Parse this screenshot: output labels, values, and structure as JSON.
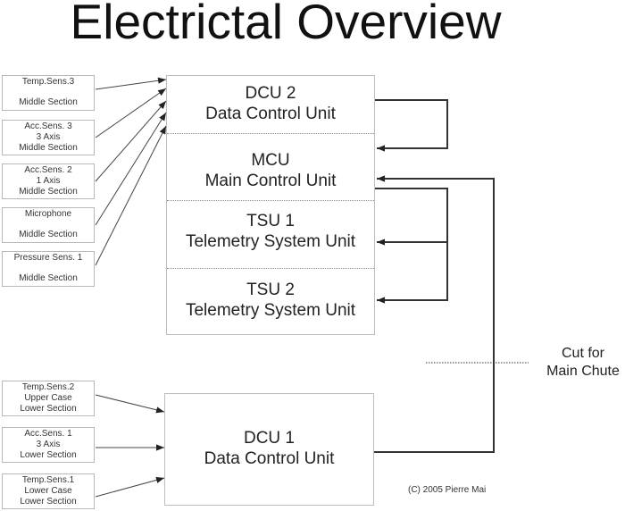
{
  "title": "Electrictal Overview",
  "middle_sensors": [
    {
      "line1": "Temp.Sens.3",
      "line2": "",
      "line3": "Middle Section"
    },
    {
      "line1": "Acc.Sens. 3",
      "line2": "3 Axis",
      "line3": "Middle Section"
    },
    {
      "line1": "Acc.Sens. 2",
      "line2": "1 Axis",
      "line3": "Middle Section"
    },
    {
      "line1": "Microphone",
      "line2": "",
      "line3": "Middle Section"
    },
    {
      "line1": "Pressure Sens. 1",
      "line2": "",
      "line3": "Middle Section"
    }
  ],
  "lower_sensors": [
    {
      "line1": "Temp.Sens.2",
      "line2": "Upper Case",
      "line3": "Lower Section"
    },
    {
      "line1": "Acc.Sens. 1",
      "line2": "3 Axis",
      "line3": "Lower Section"
    },
    {
      "line1": "Temp.Sens.1",
      "line2": "Lower Case",
      "line3": "Lower Section"
    }
  ],
  "main_stack": [
    {
      "name": "DCU 2",
      "desc": "Data Control Unit"
    },
    {
      "name": "MCU",
      "desc": "Main Control Unit"
    },
    {
      "name": "TSU 1",
      "desc": "Telemetry System Unit"
    },
    {
      "name": "TSU 2",
      "desc": "Telemetry System Unit"
    }
  ],
  "dcu1": {
    "name": "DCU 1",
    "desc": "Data Control Unit"
  },
  "cut_label": {
    "line1": "Cut for",
    "line2": "Main Chute"
  },
  "copyright": "(C) 2005 Pierre Mai",
  "colors": {
    "line": "#3a3a3a",
    "box_border": "#bdbdbd",
    "text": "#222222"
  }
}
